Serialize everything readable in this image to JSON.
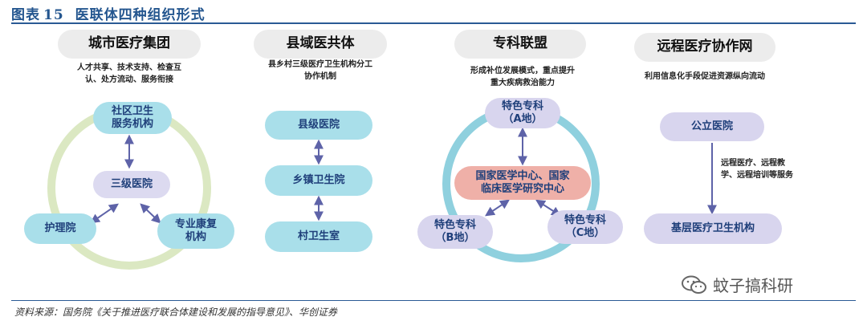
{
  "figure": {
    "prefix": "图表",
    "number": "15",
    "title": "医联体四种组织形式",
    "source": "资料来源：国务院《关于推进医疗联合体建设和发展的指导意见》、华创证券"
  },
  "models": {
    "city": {
      "header": "城市医疗集团",
      "desc_line1": "人才共享、技术支持、检查互",
      "desc_line2": "认、处方流动、服务衔接",
      "top_line1": "社区卫生",
      "top_line2": "服务机构",
      "center": "三级医院",
      "left": "护理院",
      "right_line1": "专业康复",
      "right_line2": "机构"
    },
    "county": {
      "header": "县域医共体",
      "desc_line1": "县乡村三级医疗卫生机构分工",
      "desc_line2": "协作机制",
      "node1": "县级医院",
      "node2": "乡镇卫生院",
      "node3": "村卫生室"
    },
    "specialty": {
      "header": "专科联盟",
      "desc_line1": "形成补位发展模式，重点提升",
      "desc_line2": "重大疾病救治能力",
      "top_line1": "特色专科",
      "top_line2": "（A地）",
      "center_line1": "国家医学中心、国家",
      "center_line2": "临床医学研究中心",
      "left_line1": "特色专科",
      "left_line2": "（B地）",
      "right_line1": "特色专科",
      "right_line2": "（C地）"
    },
    "remote": {
      "header": "远程医疗协作网",
      "desc_line1": "利用信息化手段促进资源纵向流动",
      "top": "公立医院",
      "note_line1": "远程医疗、远程教",
      "note_line2": "学、远程培训等服务",
      "bottom": "基层医疗卫生机构"
    }
  },
  "watermark": "蚊子搞科研",
  "colors": {
    "title_blue": "#24568f",
    "ring_green": "#dbe8c2",
    "ring_blue": "#8fd0de",
    "arrow": "#5e63a8",
    "node_blue": "#a9dfea",
    "node_lavender": "#dcdaf0",
    "node_pink": "#efb0a8"
  }
}
